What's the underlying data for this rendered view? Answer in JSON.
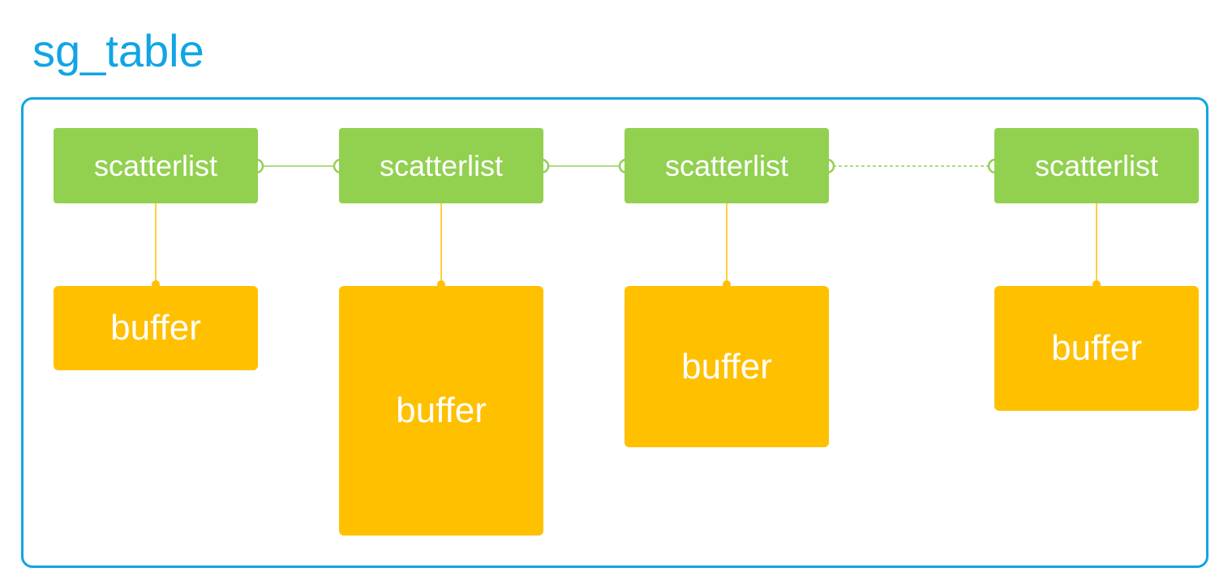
{
  "title": "sg_table",
  "colors": {
    "title": "#10a5e4",
    "frame": "#10a5e4",
    "scatterlist_fill": "#92d050",
    "buffer_fill": "#ffc000",
    "link_line": "#92d050",
    "buffer_line": "#ffc000",
    "text": "#ffffff"
  },
  "scatterlists": [
    {
      "label": "scatterlist"
    },
    {
      "label": "scatterlist"
    },
    {
      "label": "scatterlist"
    },
    {
      "label": "scatterlist"
    }
  ],
  "buffers": [
    {
      "label": "buffer"
    },
    {
      "label": "buffer"
    },
    {
      "label": "buffer"
    },
    {
      "label": "buffer"
    }
  ],
  "links": [
    {
      "from": 0,
      "to": 1,
      "style": "solid"
    },
    {
      "from": 1,
      "to": 2,
      "style": "solid"
    },
    {
      "from": 2,
      "to": 3,
      "style": "dashed"
    }
  ]
}
